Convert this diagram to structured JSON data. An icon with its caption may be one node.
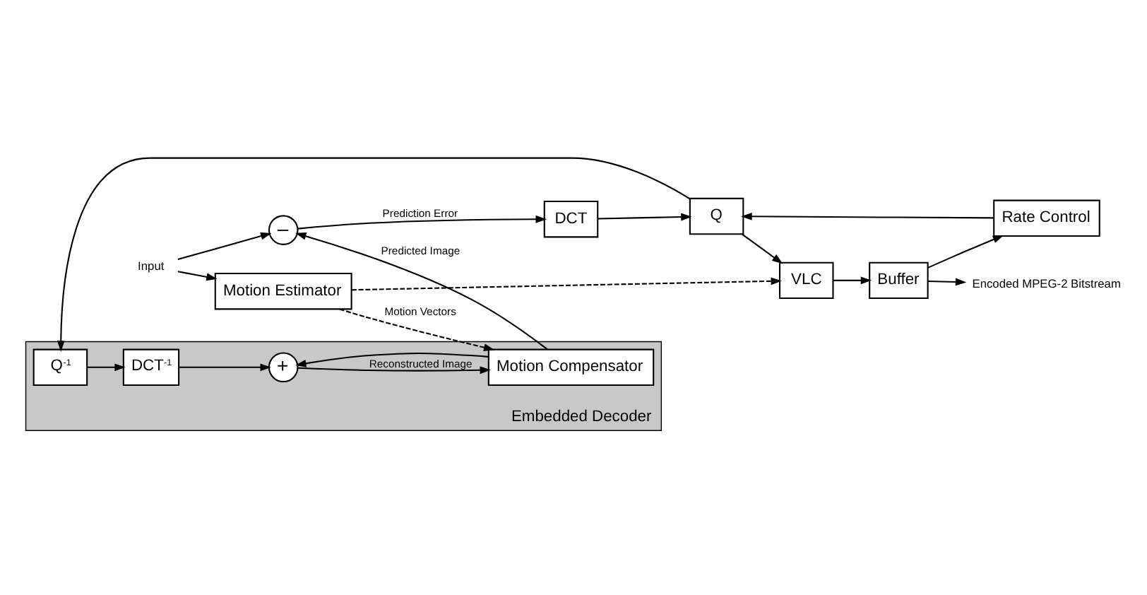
{
  "diagram": {
    "nodes": [
      {
        "text": [
          "Input"
        ]
      },
      {
        "text": [
          "–"
        ]
      },
      {
        "text": [
          "DCT"
        ]
      },
      {
        "text": [
          "Q"
        ]
      },
      {
        "text": [
          "Rate Control"
        ]
      },
      {
        "text": [
          "Buffer"
        ]
      },
      {
        "text": [
          "VLC"
        ]
      },
      {
        "text": [
          "Embedded Decoder"
        ]
      },
      {
        "text": [
          "Q$^{-1}$"
        ],
        "in": 7
      },
      {
        "text": [
          "DCT$^{-1}$"
        ],
        "in": 7
      },
      {
        "text": [
          "+"
        ],
        "in": 7
      },
      {
        "text": [
          "Motion Compensator"
        ],
        "in": 7
      },
      {
        "text": [
          "Motion Estimator"
        ]
      },
      {
        "text": [
          "Encoded MPEG-2 Bitstream"
        ]
      }
    ],
    "edges": [
      {
        "from": 0,
        "to": 1,
        "arrow": "to"
      },
      {
        "from": 0,
        "to": 12,
        "arrow": "to"
      },
      {
        "from": 1,
        "to": 2,
        "arrow": "to",
        "label": "Prediction Error"
      },
      {
        "from": 2,
        "to": 3,
        "arrow": "to"
      },
      {
        "from": 4,
        "to": 3,
        "arrow": "to"
      },
      {
        "from": 5,
        "to": 4,
        "arrow": "to"
      },
      {
        "from": 5,
        "to": 13,
        "arrow": "to"
      },
      {
        "from": 3,
        "to": 6,
        "arrow": "to"
      },
      {
        "from": 3,
        "to": 8,
        "arrow": "to"
      },
      {
        "from": 6,
        "to": 5,
        "arrow": "to"
      },
      {
        "from": 8,
        "to": 9,
        "arrow": "to"
      },
      {
        "from": 9,
        "to": 10,
        "arrow": "to"
      },
      {
        "from": 10,
        "to": 11,
        "arrow": "to",
        "label": "Reconstructed Image"
      },
      {
        "from": 11,
        "to": 1,
        "arrow": "to",
        "label": "Predicted Image"
      },
      {
        "from": 11,
        "to": 10,
        "arrow": "to"
      },
      {
        "from": 12,
        "to": 11,
        "arrow": "to",
        "style": "dashed",
        "label": "Motion Vectors"
      },
      {
        "from": 12,
        "to": 6,
        "arrow": "to",
        "style": "dashed"
      }
    ]
  }
}
